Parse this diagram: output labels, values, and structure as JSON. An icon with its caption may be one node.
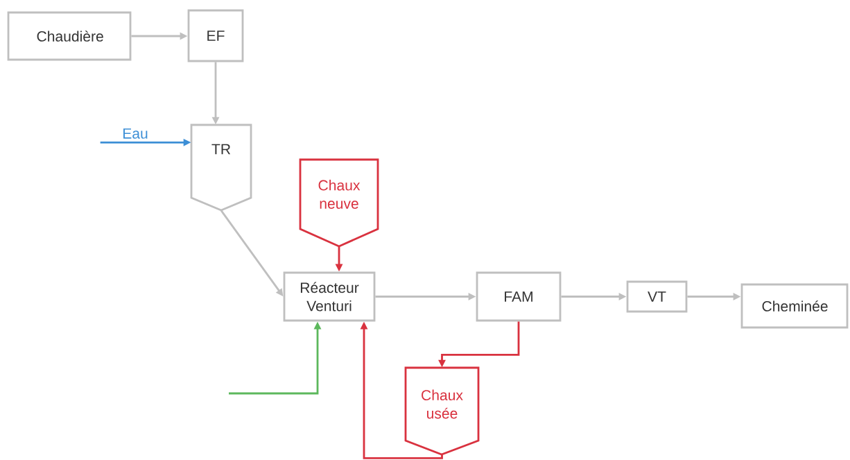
{
  "diagram": {
    "nodes": [
      {
        "text": [
          "Chaudière"
        ]
      },
      {
        "text": [
          "EF"
        ]
      },
      {
        "text": [
          "Eau"
        ]
      },
      {
        "text": [
          "TR"
        ]
      },
      {
        "text": [
          "Chaux neuve"
        ]
      },
      {
        "text": [
          "Réacteur Venturi"
        ]
      },
      {
        "text": [
          "FAM"
        ]
      },
      {
        "text": [
          "VT"
        ]
      },
      {
        "text": [
          "Cheminée"
        ]
      },
      {
        "text": [
          "Chaux usée"
        ]
      }
    ],
    "edges": [
      {
        "from": 0,
        "to": 1,
        "arrow": "to"
      },
      {
        "from": 1,
        "to": 3,
        "arrow": "to"
      },
      {
        "from": 2,
        "to": 3,
        "arrow": "to",
        "color": "#3d8fd6"
      },
      {
        "from": 3,
        "to": 5,
        "arrow": "to"
      },
      {
        "from": 4,
        "to": 5,
        "arrow": "to",
        "color": "#d9323f"
      },
      {
        "from": 5,
        "to": 6,
        "arrow": "to"
      },
      {
        "from": 6,
        "to": 7,
        "arrow": "to"
      },
      {
        "from": 7,
        "to": 8,
        "arrow": "to"
      },
      {
        "from": 6,
        "to": 9,
        "arrow": "to",
        "color": "#d9323f"
      },
      {
        "from": 9,
        "to": 5,
        "arrow": "to",
        "color": "#d9323f"
      },
      {
        "from": null,
        "to": 5,
        "arrow": "to",
        "color": "#5cb85c"
      }
    ]
  }
}
